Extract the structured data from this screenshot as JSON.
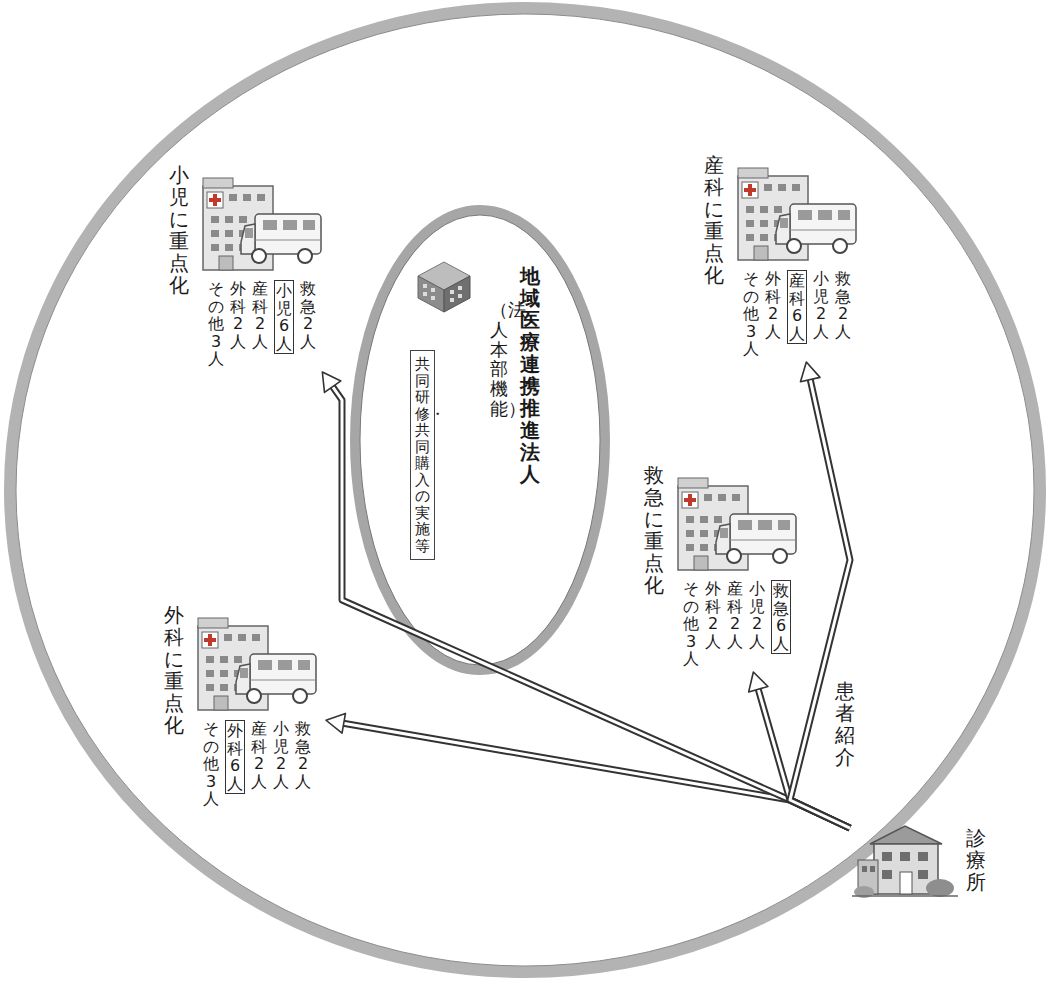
{
  "diagram": {
    "nodes": [
      {
        "text": [
          "地域医療連携推進法人",
          "（法人本部機能）"
        ]
      },
      {
        "text": [
          "共同研修・共同購入の実施等"
        ],
        "in": 0
      },
      {
        "text": [
          "小児に重点化",
          "救急2人",
          "産科2人",
          "外科2人",
          "その他3人"
        ]
      },
      {
        "text": [
          "小児6人"
        ],
        "in": 2
      },
      {
        "text": [
          "産科に重点化",
          "救急2人",
          "小児2人",
          "外科2人",
          "その他3人"
        ]
      },
      {
        "text": [
          "産科6人"
        ],
        "in": 4
      },
      {
        "text": [
          "救急に重点化",
          "小児2人",
          "産科2人",
          "外科2人",
          "その他3人"
        ]
      },
      {
        "text": [
          "救急6人"
        ],
        "in": 6
      },
      {
        "text": [
          "外科に重点化",
          "救急2人",
          "小児2人",
          "産科2人",
          "その他3人"
        ]
      },
      {
        "text": [
          "外科6人"
        ],
        "in": 8
      },
      {
        "text": [
          "診療所"
        ]
      }
    ],
    "edges": [
      {
        "from": 10,
        "to": 8,
        "arrow": "to"
      },
      {
        "from": 10,
        "to": 2,
        "arrow": "to"
      },
      {
        "from": 10,
        "to": 6,
        "arrow": "to"
      },
      {
        "from": 10,
        "to": 4,
        "arrow": "to"
      }
    ],
    "labels": [
      "患者紹介"
    ]
  }
}
